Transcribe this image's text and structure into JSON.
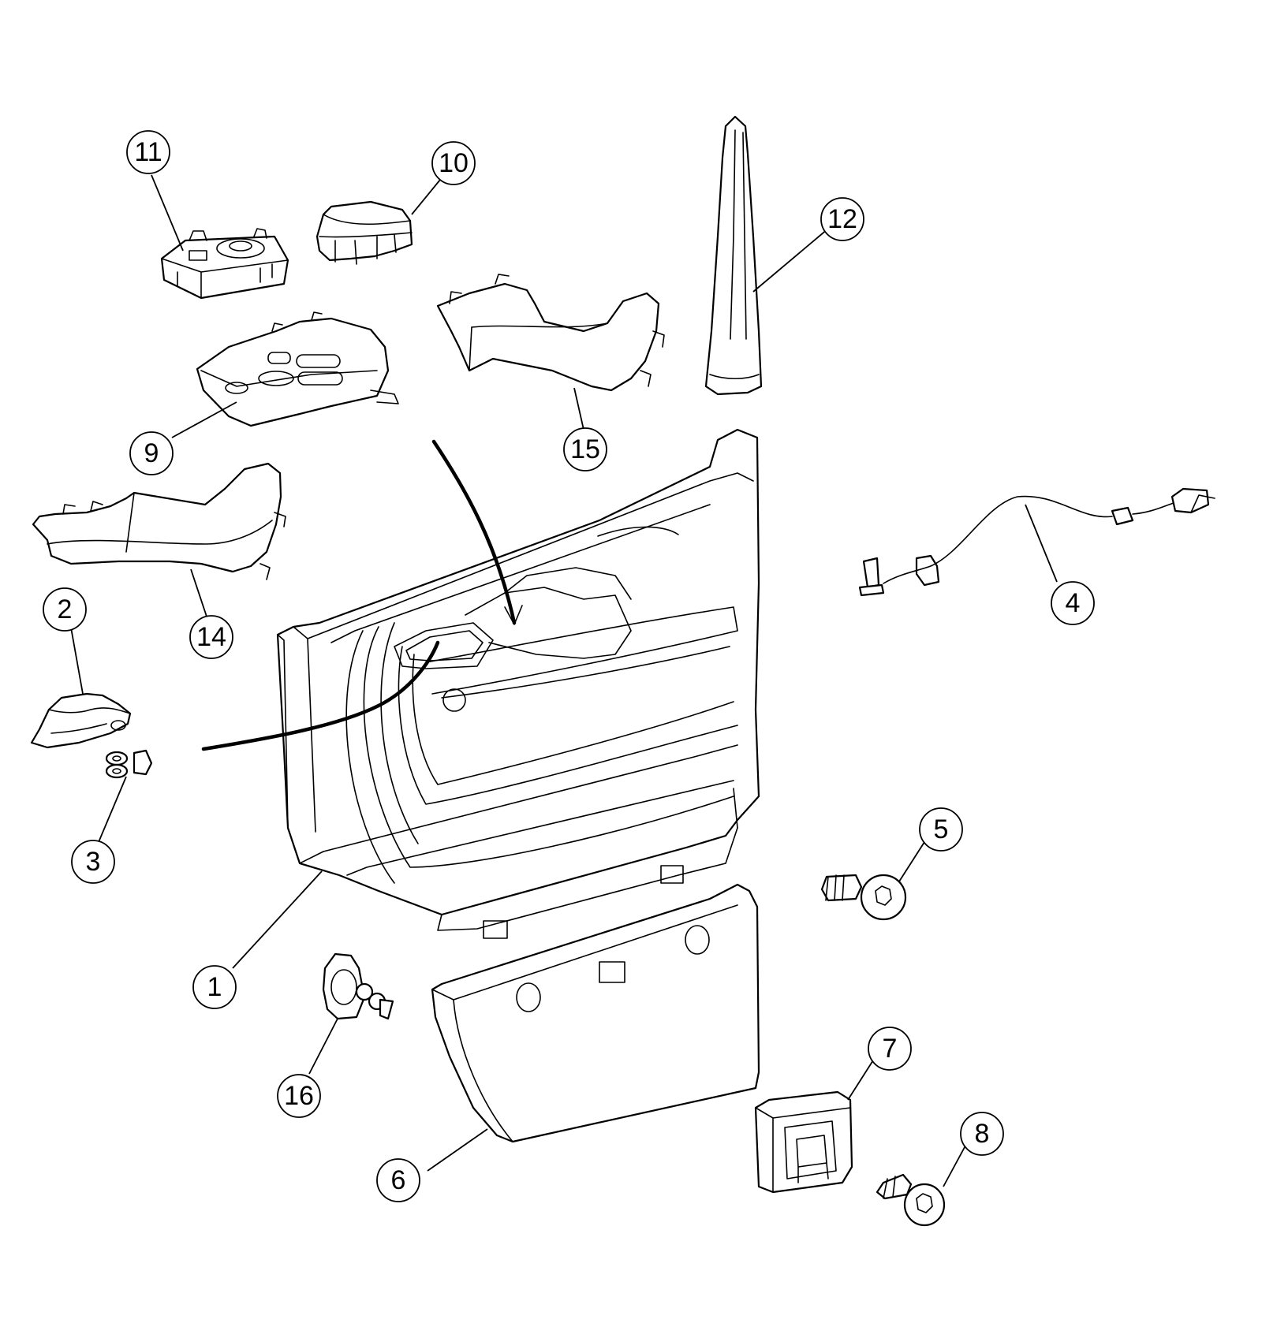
{
  "callouts": [
    {
      "id": "1",
      "label": "1"
    },
    {
      "id": "2",
      "label": "2"
    },
    {
      "id": "3",
      "label": "3"
    },
    {
      "id": "4",
      "label": "4"
    },
    {
      "id": "5",
      "label": "5"
    },
    {
      "id": "6",
      "label": "6"
    },
    {
      "id": "7",
      "label": "7"
    },
    {
      "id": "8",
      "label": "8"
    },
    {
      "id": "9",
      "label": "9"
    },
    {
      "id": "10",
      "label": "10"
    },
    {
      "id": "11",
      "label": "11"
    },
    {
      "id": "12",
      "label": "12"
    },
    {
      "id": "14",
      "label": "14"
    },
    {
      "id": "15",
      "label": "15"
    },
    {
      "id": "16",
      "label": "16"
    }
  ],
  "colors": {
    "line": "#000000",
    "background": "#ffffff"
  }
}
